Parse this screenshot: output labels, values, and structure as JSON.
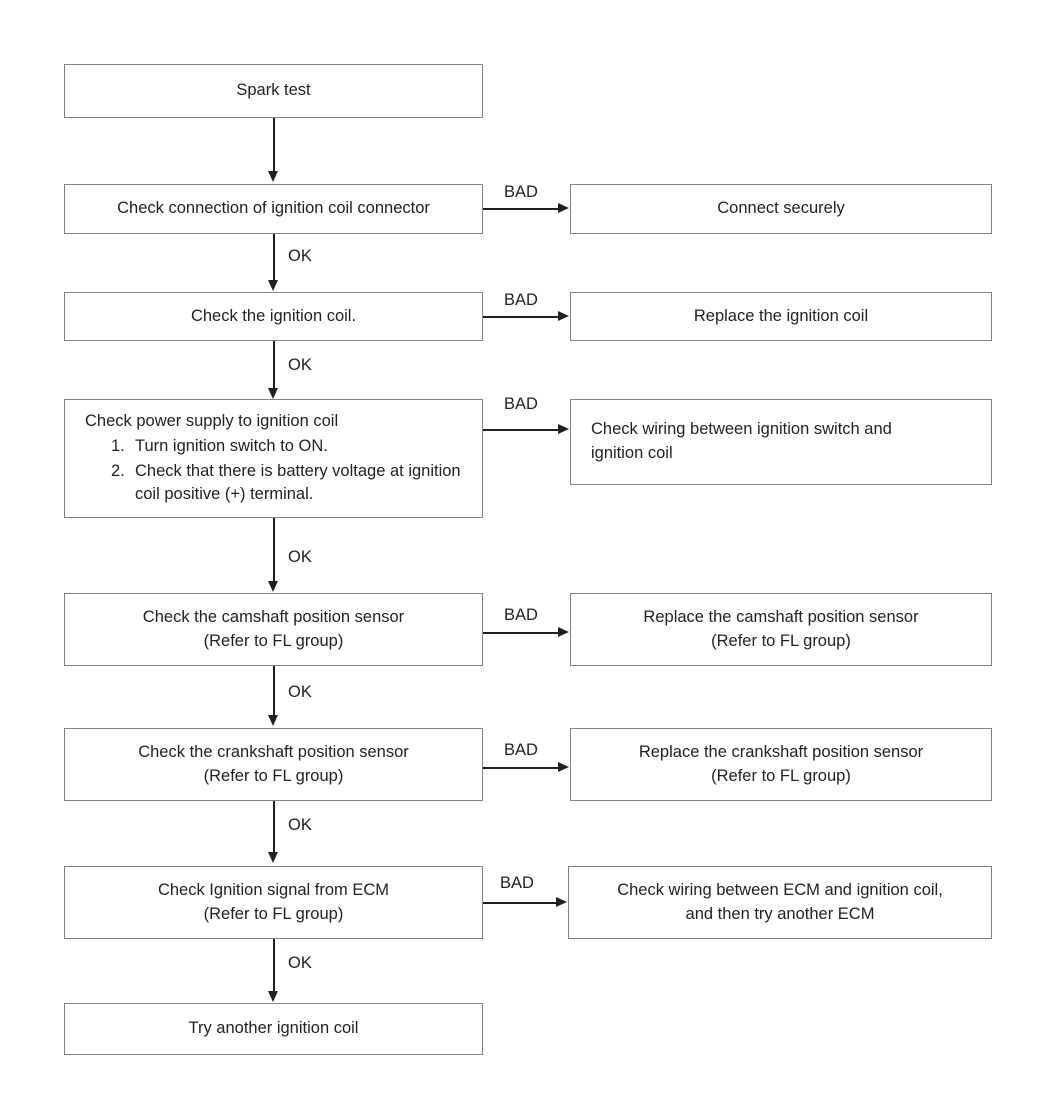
{
  "diagram": {
    "title": "Ignition coil spark test troubleshooting flowchart",
    "colors": {
      "box_border": "#808285",
      "line": "#231f20",
      "text": "#231f20",
      "background": "#ffffff"
    },
    "labels": {
      "ok": "OK",
      "bad": "BAD"
    },
    "nodes": {
      "start": "Spark test",
      "check_connector": "Check connection of ignition coil connector",
      "connect_securely": "Connect securely",
      "check_coil": "Check the ignition coil.",
      "replace_coil": "Replace the ignition coil",
      "check_power_heading": "Check power supply to ignition coil",
      "check_power_steps": [
        {
          "num": "1.",
          "text": "Turn ignition switch to ON."
        },
        {
          "num": "2.",
          "text": "Check that there is battery voltage at ignition coil positive (+) terminal."
        }
      ],
      "check_wiring_switch_line1": "Check wiring between ignition switch and",
      "check_wiring_switch_line2": "ignition coil",
      "check_cmp_line1": "Check the camshaft position sensor",
      "check_cmp_line2": "(Refer to FL group)",
      "replace_cmp_line1": "Replace the camshaft position sensor",
      "replace_cmp_line2": "(Refer to FL group)",
      "check_ckp_line1": "Check the crankshaft position sensor",
      "check_ckp_line2": "(Refer to FL group)",
      "replace_ckp_line1": "Replace the crankshaft position sensor",
      "replace_ckp_line2": "(Refer to FL group)",
      "check_ecm_line1": "Check Ignition signal from ECM",
      "check_ecm_line2": "(Refer to FL group)",
      "check_wiring_ecm_line1": "Check wiring between ECM and ignition coil,",
      "check_wiring_ecm_line2": "and then try another ECM",
      "try_another_coil": "Try another ignition coil"
    }
  }
}
